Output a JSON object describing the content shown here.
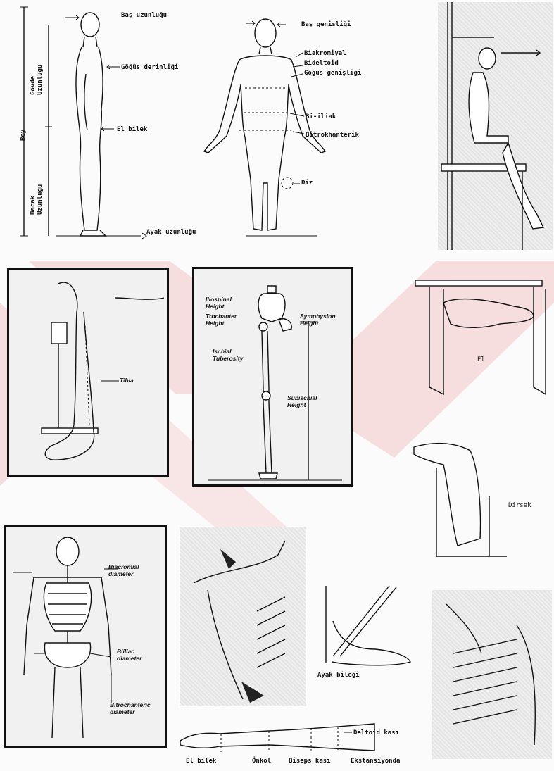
{
  "side_figure": {
    "bas_uzunlugu": "Baş uzunluğu",
    "govde_uzunlugu": "Gövde\nUzunluğu",
    "gogus_derinligi": "Göğüs derinliği",
    "boy": "Boy",
    "el_bilek": "El bilek",
    "bacak_uzunlugu": "Bacak\nUzunluğu",
    "ayak_uzunlugu": "Ayak uzunluğu"
  },
  "front_figure": {
    "bas_genisligi": "Baş genişliği",
    "biakromiyal": "Biakromiyal",
    "bideltoid": "Bideltoid",
    "gogus_genisligi": "Göğüs genişliği",
    "bi_iliak": "Bi-iliak",
    "bitrokhanterik": "Bitrokhanterik",
    "diz": "Diz"
  },
  "leg_skeleton": {
    "iliospinal": "Iliospinal\nHeight",
    "trochanter": "Trochanter\nHeight",
    "symphysion": "Symphysion\nHeight",
    "ischial": "Ischial\nTuberosity",
    "subischial": "Subischial\nHeight"
  },
  "tibia_panel": {
    "tibia": "Tibia"
  },
  "hand_panel": {
    "el": "El"
  },
  "elbow_panel": {
    "dirsek": "Dirsek"
  },
  "skeleton_panel": {
    "biacromial": "Biacromial\ndiameter",
    "biiliac": "Biiliac\ndiameter",
    "bitrochanteric": "Bitrochanteric\ndiameter"
  },
  "ankle_panel": {
    "ayak_bilegi": "Ayak bileği"
  },
  "arm_panel": {
    "deltoid": "Deltoid kası",
    "el_bilek": "El bilek",
    "onkol": "Önkol",
    "biseps": "Biseps kası",
    "ekstansiyonda": "Ekstansiyonda"
  }
}
